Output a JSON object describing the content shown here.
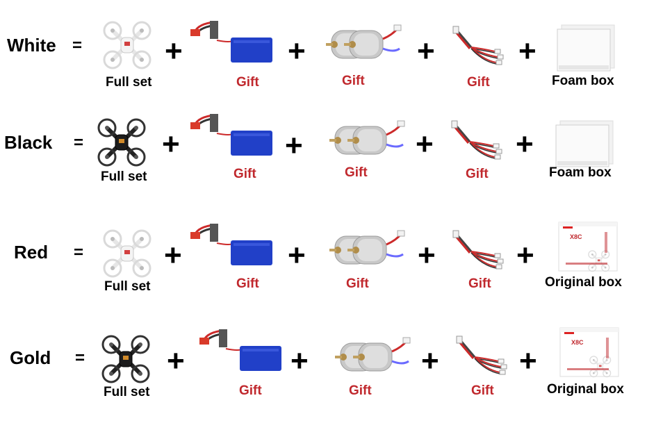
{
  "symbols": {
    "equals": "=",
    "plus": "+"
  },
  "rows": [
    {
      "variant": "White",
      "drone_label": "Full set",
      "battery_label": "Gift",
      "motor_label": "Gift",
      "cable_label": "Gift",
      "box_label": "Foam box",
      "drone_color": "#ffffff",
      "box_type": "foam"
    },
    {
      "variant": "Black",
      "drone_label": "Full set",
      "battery_label": "Gift",
      "motor_label": "Gift",
      "cable_label": "Gift",
      "box_label": "Foam box",
      "drone_color": "#1a1a1a",
      "box_type": "foam"
    },
    {
      "variant": "Red",
      "drone_label": "Full set",
      "battery_label": "Gift",
      "motor_label": "Gift",
      "cable_label": "Gift",
      "box_label": "Original box",
      "drone_color": "#ffffff",
      "box_type": "original"
    },
    {
      "variant": "Gold",
      "drone_label": "Full set",
      "battery_label": "Gift",
      "motor_label": "Gift",
      "cable_label": "Gift",
      "box_label": "Original box",
      "drone_color": "#1a1a1a",
      "box_type": "original"
    }
  ],
  "box_brand": "X8C",
  "colors": {
    "gift_red": "#c0282d",
    "battery_blue": "#2140c8",
    "wire_red": "#cc2a2a"
  }
}
